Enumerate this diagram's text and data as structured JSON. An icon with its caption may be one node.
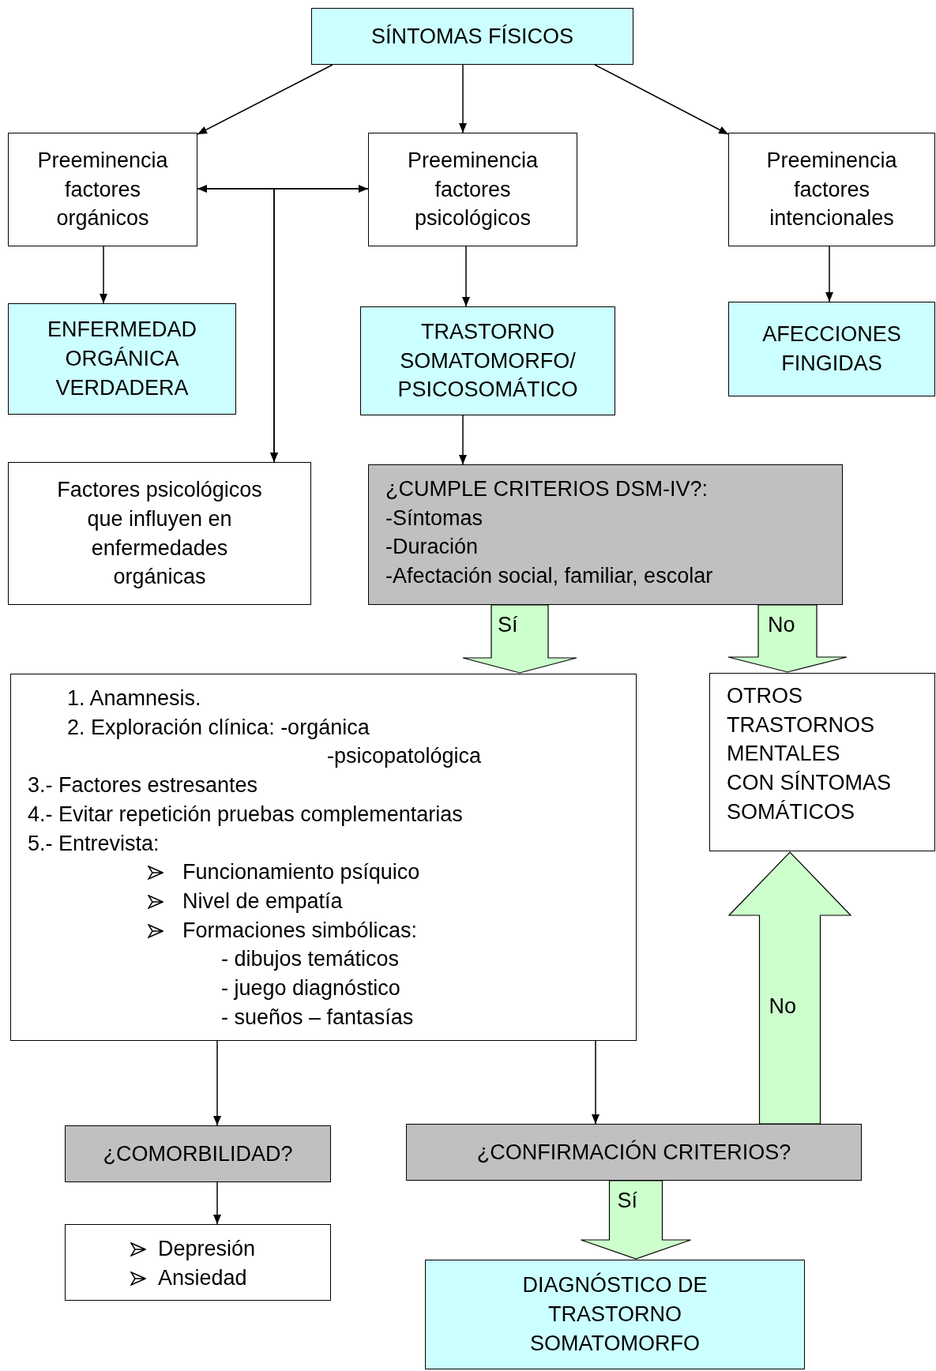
{
  "diagram": {
    "nodes": [
      {
        "text": [
          "SÍNTOMAS FÍSICOS"
        ]
      },
      {
        "text": [
          "Preeminencia factores orgánicos"
        ]
      },
      {
        "text": [
          "Preeminencia factores psicológicos"
        ]
      },
      {
        "text": [
          "Preeminencia factores intencionales"
        ]
      },
      {
        "text": [
          "ENFERMEDAD ORGÁNICA VERDADERA"
        ]
      },
      {
        "text": [
          "TRASTORNO SOMATOMORFO/ PSICOSOMÁTICO"
        ]
      },
      {
        "text": [
          "AFECCIONES FINGIDAS"
        ]
      },
      {
        "text": [
          "Factores psicológicos que influyen en enfermedades orgánicas"
        ]
      },
      {
        "text": [
          "¿CUMPLE CRITERIOS DSM-IV?:",
          "-Síntomas",
          "-Duración",
          "-Afectación social, familiar, escolar"
        ]
      },
      {
        "text": [
          "1. Anamnesis.",
          "2. Exploración clínica: -orgánica",
          "-psicopatológica",
          "3.- Factores estresantes",
          "4.- Evitar repetición pruebas complementarias",
          "5.- Entrevista:",
          "Funcionamiento psíquico",
          "Nivel de empatía",
          "Formaciones simbólicas:",
          "- dibujos temáticos",
          "- juego diagnóstico",
          "- sueños – fantasías"
        ]
      },
      {
        "text": [
          "OTROS TRASTORNOS MENTALES CON SÍNTOMAS SOMÁTICOS"
        ]
      },
      {
        "text": [
          "¿COMORBILIDAD?"
        ]
      },
      {
        "text": [
          "Depresión",
          "Ansiedad"
        ]
      },
      {
        "text": [
          "¿CONFIRMACIÓN CRITERIOS?"
        ]
      },
      {
        "text": [
          "DIAGNÓSTICO DE TRASTORNO SOMATOMORFO"
        ]
      }
    ],
    "edges": [
      {
        "from": 0,
        "to": 1,
        "arrow": "to"
      },
      {
        "from": 0,
        "to": 2,
        "arrow": "to"
      },
      {
        "from": 0,
        "to": 3,
        "arrow": "to"
      },
      {
        "from": 1,
        "to": 2,
        "arrow": "both"
      },
      {
        "from": 1,
        "to": 7,
        "arrow": "to"
      },
      {
        "from": 2,
        "to": 7,
        "arrow": "to"
      },
      {
        "from": 1,
        "to": 4,
        "arrow": "to"
      },
      {
        "from": 2,
        "to": 5,
        "arrow": "to"
      },
      {
        "from": 3,
        "to": 6,
        "arrow": "to"
      },
      {
        "from": 5,
        "to": 8,
        "arrow": "to"
      },
      {
        "from": 8,
        "to": 9,
        "arrow": "to",
        "label": "Sí",
        "style": "thick",
        "color": "#ccffcc"
      },
      {
        "from": 8,
        "to": 10,
        "arrow": "to",
        "label": "No",
        "style": "thick",
        "color": "#ccffcc"
      },
      {
        "from": 9,
        "to": 11,
        "arrow": "to"
      },
      {
        "from": 9,
        "to": 13,
        "arrow": "to"
      },
      {
        "from": 11,
        "to": 12,
        "arrow": "to"
      },
      {
        "from": 13,
        "to": 14,
        "arrow": "to",
        "label": "Sí",
        "style": "thick",
        "color": "#ccffcc"
      },
      {
        "from": 13,
        "to": 10,
        "arrow": "to",
        "label": "No",
        "style": "thick",
        "color": "#ccffcc"
      }
    ]
  }
}
